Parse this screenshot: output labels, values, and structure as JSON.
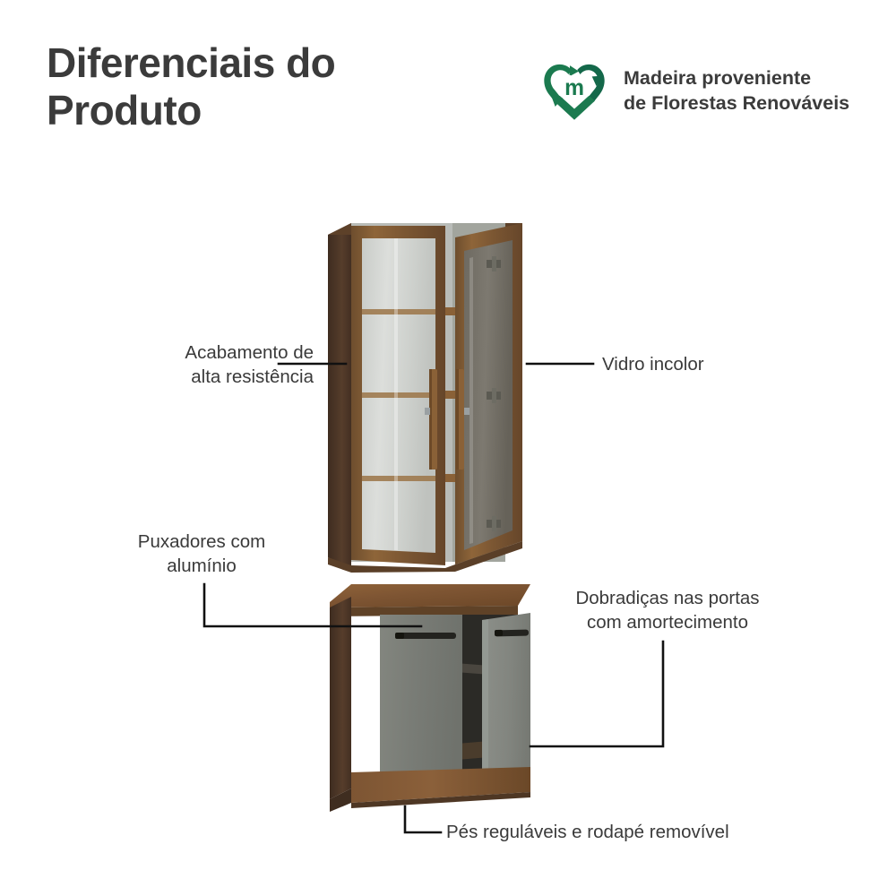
{
  "header": {
    "title": "Diferenciais do Produto",
    "eco_badge": {
      "icon": "recycling-heart-logo",
      "monogram": "m",
      "line1": "Madeira proveniente",
      "line2": "de Florestas Renováveis",
      "color": "#1b7a4f",
      "color_dark": "#14684a"
    }
  },
  "callouts": [
    {
      "id": "acabamento",
      "line1": "Acabamento de",
      "line2": "alta resistência",
      "align": "right"
    },
    {
      "id": "vidro",
      "line1": "Vidro incolor",
      "line2": "",
      "align": "left"
    },
    {
      "id": "puxadores",
      "line1": "Puxadores com",
      "line2": "alumínio",
      "align": "center"
    },
    {
      "id": "dobradicas",
      "line1": "Dobradiças nas portas",
      "line2": "com amortecimento",
      "align": "center"
    },
    {
      "id": "pes",
      "line1": "Pés reguláveis e rodapé removível",
      "line2": "",
      "align": "left"
    }
  ],
  "product": {
    "type": "kitchen-cabinet-set",
    "upper_unit": {
      "name": "armario-aereo-com-portas-de-vidro",
      "doors": 2,
      "shelves": 3,
      "door_material": "vidro incolor",
      "frame_material": "madeira",
      "handle_type": "puxador vertical de madeira com aluminio"
    },
    "lower_unit": {
      "name": "balcao-com-tampo",
      "doors": 2,
      "door_color": "#7a7d78",
      "handle_type": "puxador horizontal preto",
      "countertop": "madeira",
      "plinth": "rodape removivel"
    },
    "colors": {
      "wood_light": "#8a6239",
      "wood_mid": "#7a5634",
      "wood_dark": "#4e382a",
      "wood_darker": "#3d2c20",
      "glass": "#cfd2ce",
      "glass_dark": "#6c6860",
      "door_gray": "#7a7d78",
      "door_gray_light": "#8e918c",
      "handle_black": "#23231f",
      "interior_dark": "#2b2a26",
      "line": "#111111"
    }
  },
  "background": "#ffffff"
}
